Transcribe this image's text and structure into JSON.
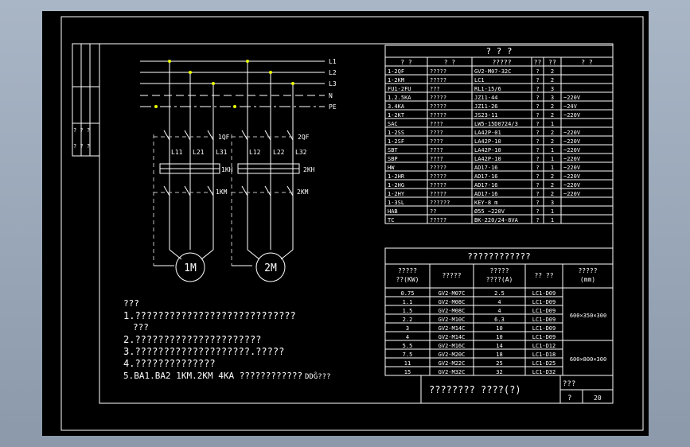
{
  "colors": {
    "background": "#000000",
    "line": "#ffffff",
    "junction": "#e8ff00",
    "window": "#9aa7b8"
  },
  "buses": [
    "L1",
    "L2",
    "L3",
    "N",
    "PE"
  ],
  "labels": {
    "qf1": "1QF",
    "qf2": "2QF",
    "km1": "1KM",
    "km2": "2KM",
    "kh1": "1KH",
    "kh2": "2KH",
    "l11": "L11",
    "l21": "L21",
    "l31": "L31",
    "l12": "L12",
    "l22": "L22",
    "l32": "L32",
    "motor1": "1M",
    "motor2": "2M"
  },
  "notes": {
    "title": "???",
    "lines": [
      "1.????????????????????????????",
      "???",
      "2.??????????????????????",
      "3.????????????????????.?????",
      "4.??????????????",
      "5.BA1.BA2 1KM.2KM 4KA ????????????"
    ],
    "tail": "DDĜ???"
  },
  "device_table": {
    "title": "?    ?    ?",
    "headers": [
      "?   ?",
      "?   ?",
      "?????",
      "??",
      "??",
      "?   ?"
    ],
    "rows": [
      [
        "1-2QF",
        "?????",
        "GV2-M07-32C",
        "?",
        "2",
        ""
      ],
      [
        "1-2KM",
        "?????",
        "LC1",
        "?",
        "2",
        ""
      ],
      [
        "FU1-2FU",
        "???",
        "RL1-15/6",
        "?",
        "3",
        ""
      ],
      [
        "1.2.5KA",
        "?????",
        "JZ11-44",
        "?",
        "3",
        "~220V"
      ],
      [
        "3.4KA",
        "?????",
        "JZ11-26",
        "?",
        "2",
        "~24V"
      ],
      [
        "1-2KT",
        "?????",
        "JS23-11",
        "?",
        "2",
        "~220V"
      ],
      [
        "SAC",
        "????",
        "LW5-15D0724/3",
        "?",
        "1",
        ""
      ],
      [
        "1-2SS",
        "????",
        "LA42P-01",
        "?",
        "2",
        "~220V"
      ],
      [
        "1-2SF",
        "????",
        "LA42P-10",
        "?",
        "2",
        "~220V"
      ],
      [
        "SBT",
        "????",
        "LA42P-10",
        "?",
        "1",
        "~220V"
      ],
      [
        "SBP",
        "????",
        "LA42P-10",
        "?",
        "1",
        "~220V"
      ],
      [
        "HW",
        "?????",
        "AD17-16",
        "?",
        "1",
        "~220V"
      ],
      [
        "1-2HR",
        "?????",
        "AD17-16",
        "?",
        "2",
        "~220V"
      ],
      [
        "1-2HG",
        "?????",
        "AD17-16",
        "?",
        "2",
        "~220V"
      ],
      [
        "1-2HY",
        "?????",
        "AD17-16",
        "?",
        "2",
        "~220V"
      ],
      [
        "1-3SL",
        "??????",
        "KEY-8  m",
        "?",
        "3",
        ""
      ],
      [
        "HAB",
        "??",
        "Ø55  ~220V",
        "?",
        "1",
        ""
      ],
      [
        "TC",
        "?????",
        "BK-220/24-8VA",
        "?",
        "1",
        ""
      ]
    ]
  },
  "selection_table": {
    "title": "????????????",
    "headers": [
      "?????\n??(KW)",
      "?????",
      "?????\n????(A)",
      "?? ??",
      "?????\n(mm)"
    ],
    "rows": [
      [
        "0.75",
        "GV2-M07C",
        "2.5",
        "LC1-D09"
      ],
      [
        "1.1",
        "GV2-M08C",
        "4",
        "LC1-D09"
      ],
      [
        "1.5",
        "GV2-M08C",
        "4",
        "LC1-D09"
      ],
      [
        "2.2",
        "GV2-M10C",
        "6.3",
        "LC1-D09"
      ],
      [
        "3",
        "GV2-M14C",
        "10",
        "LC1-D09"
      ],
      [
        "4",
        "GV2-M14C",
        "10",
        "LC1-D09"
      ],
      [
        "5.5",
        "GV2-M16C",
        "14",
        "LC1-D12"
      ],
      [
        "7.5",
        "GV2-M20C",
        "18",
        "LC1-D18"
      ],
      [
        "11",
        "GV2-M22C",
        "25",
        "LC1-D25"
      ],
      [
        "15",
        "GV2-M32C",
        "32",
        "LC1-D32"
      ]
    ],
    "sizes": [
      "600×350×300",
      "600×800×300"
    ]
  },
  "title_block": {
    "name": "????????  ????(?)",
    "c1": "???",
    "c2": "?",
    "page": "20"
  }
}
